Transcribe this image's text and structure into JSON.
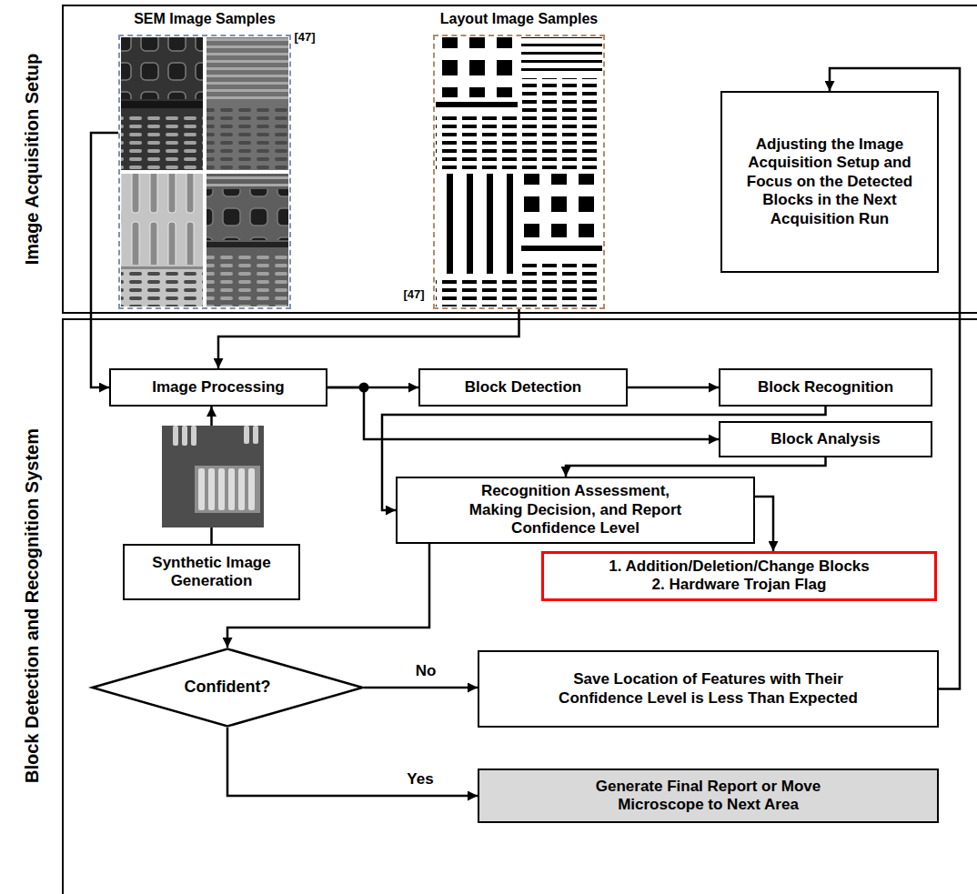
{
  "diagram": {
    "nodes": [
      {
        "text": [
          "Image Acquisition Setup"
        ]
      },
      {
        "text": [
          "SEM Image Samples"
        ],
        "in": 0
      },
      {
        "text": [
          "Layout Image Samples"
        ],
        "in": 0
      },
      {
        "text": [
          "Adjusting the Image Acquisition Setup and Focus on the Detected Blocks in the Next Acquisition Run"
        ],
        "in": 0
      },
      {
        "text": [
          "Block Detection and Recognition System"
        ]
      },
      {
        "text": [
          "Image Processing"
        ],
        "in": 4
      },
      {
        "text": [
          "Block Detection"
        ],
        "in": 4
      },
      {
        "text": [
          "Block Recognition"
        ],
        "in": 4
      },
      {
        "text": [
          "Block Analysis"
        ],
        "in": 4
      },
      {
        "text": [
          "Recognition Assessment, Making Decision, and Report Confidence Level"
        ],
        "in": 4
      },
      {
        "text": [
          "Synthetic Image Generation"
        ],
        "in": 4
      },
      {
        "text": [
          "1. Addition/Deletion/Change Blocks",
          "2. Hardware Trojan Flag"
        ],
        "in": 4
      },
      {
        "text": [
          "Confident?"
        ],
        "in": 4
      },
      {
        "text": [
          "Save Location of Features with Their Confidence Level is Less Than Expected"
        ],
        "in": 4
      },
      {
        "text": [
          "Generate Final Report or Move Microscope to Next Area"
        ],
        "in": 4
      }
    ],
    "edges": [
      {
        "from": 1,
        "to": 5,
        "arrow": "to"
      },
      {
        "from": 2,
        "to": 5,
        "arrow": "to"
      },
      {
        "from": 10,
        "to": 5,
        "arrow": "to"
      },
      {
        "from": 5,
        "to": 6,
        "arrow": "to"
      },
      {
        "from": 6,
        "to": 7,
        "arrow": "to"
      },
      {
        "from": 5,
        "to": 8,
        "arrow": "to"
      },
      {
        "from": 7,
        "to": 9,
        "arrow": "to"
      },
      {
        "from": 8,
        "to": 9,
        "arrow": "to"
      },
      {
        "from": 9,
        "to": 11,
        "arrow": "to"
      },
      {
        "from": 9,
        "to": 12,
        "arrow": "to"
      },
      {
        "from": 12,
        "to": 13,
        "label": "No",
        "arrow": "to"
      },
      {
        "from": 12,
        "to": 14,
        "label": "Yes",
        "arrow": "to"
      },
      {
        "from": 13,
        "to": 3,
        "arrow": "to"
      }
    ],
    "labels": [
      "[47]",
      "[47]"
    ]
  }
}
